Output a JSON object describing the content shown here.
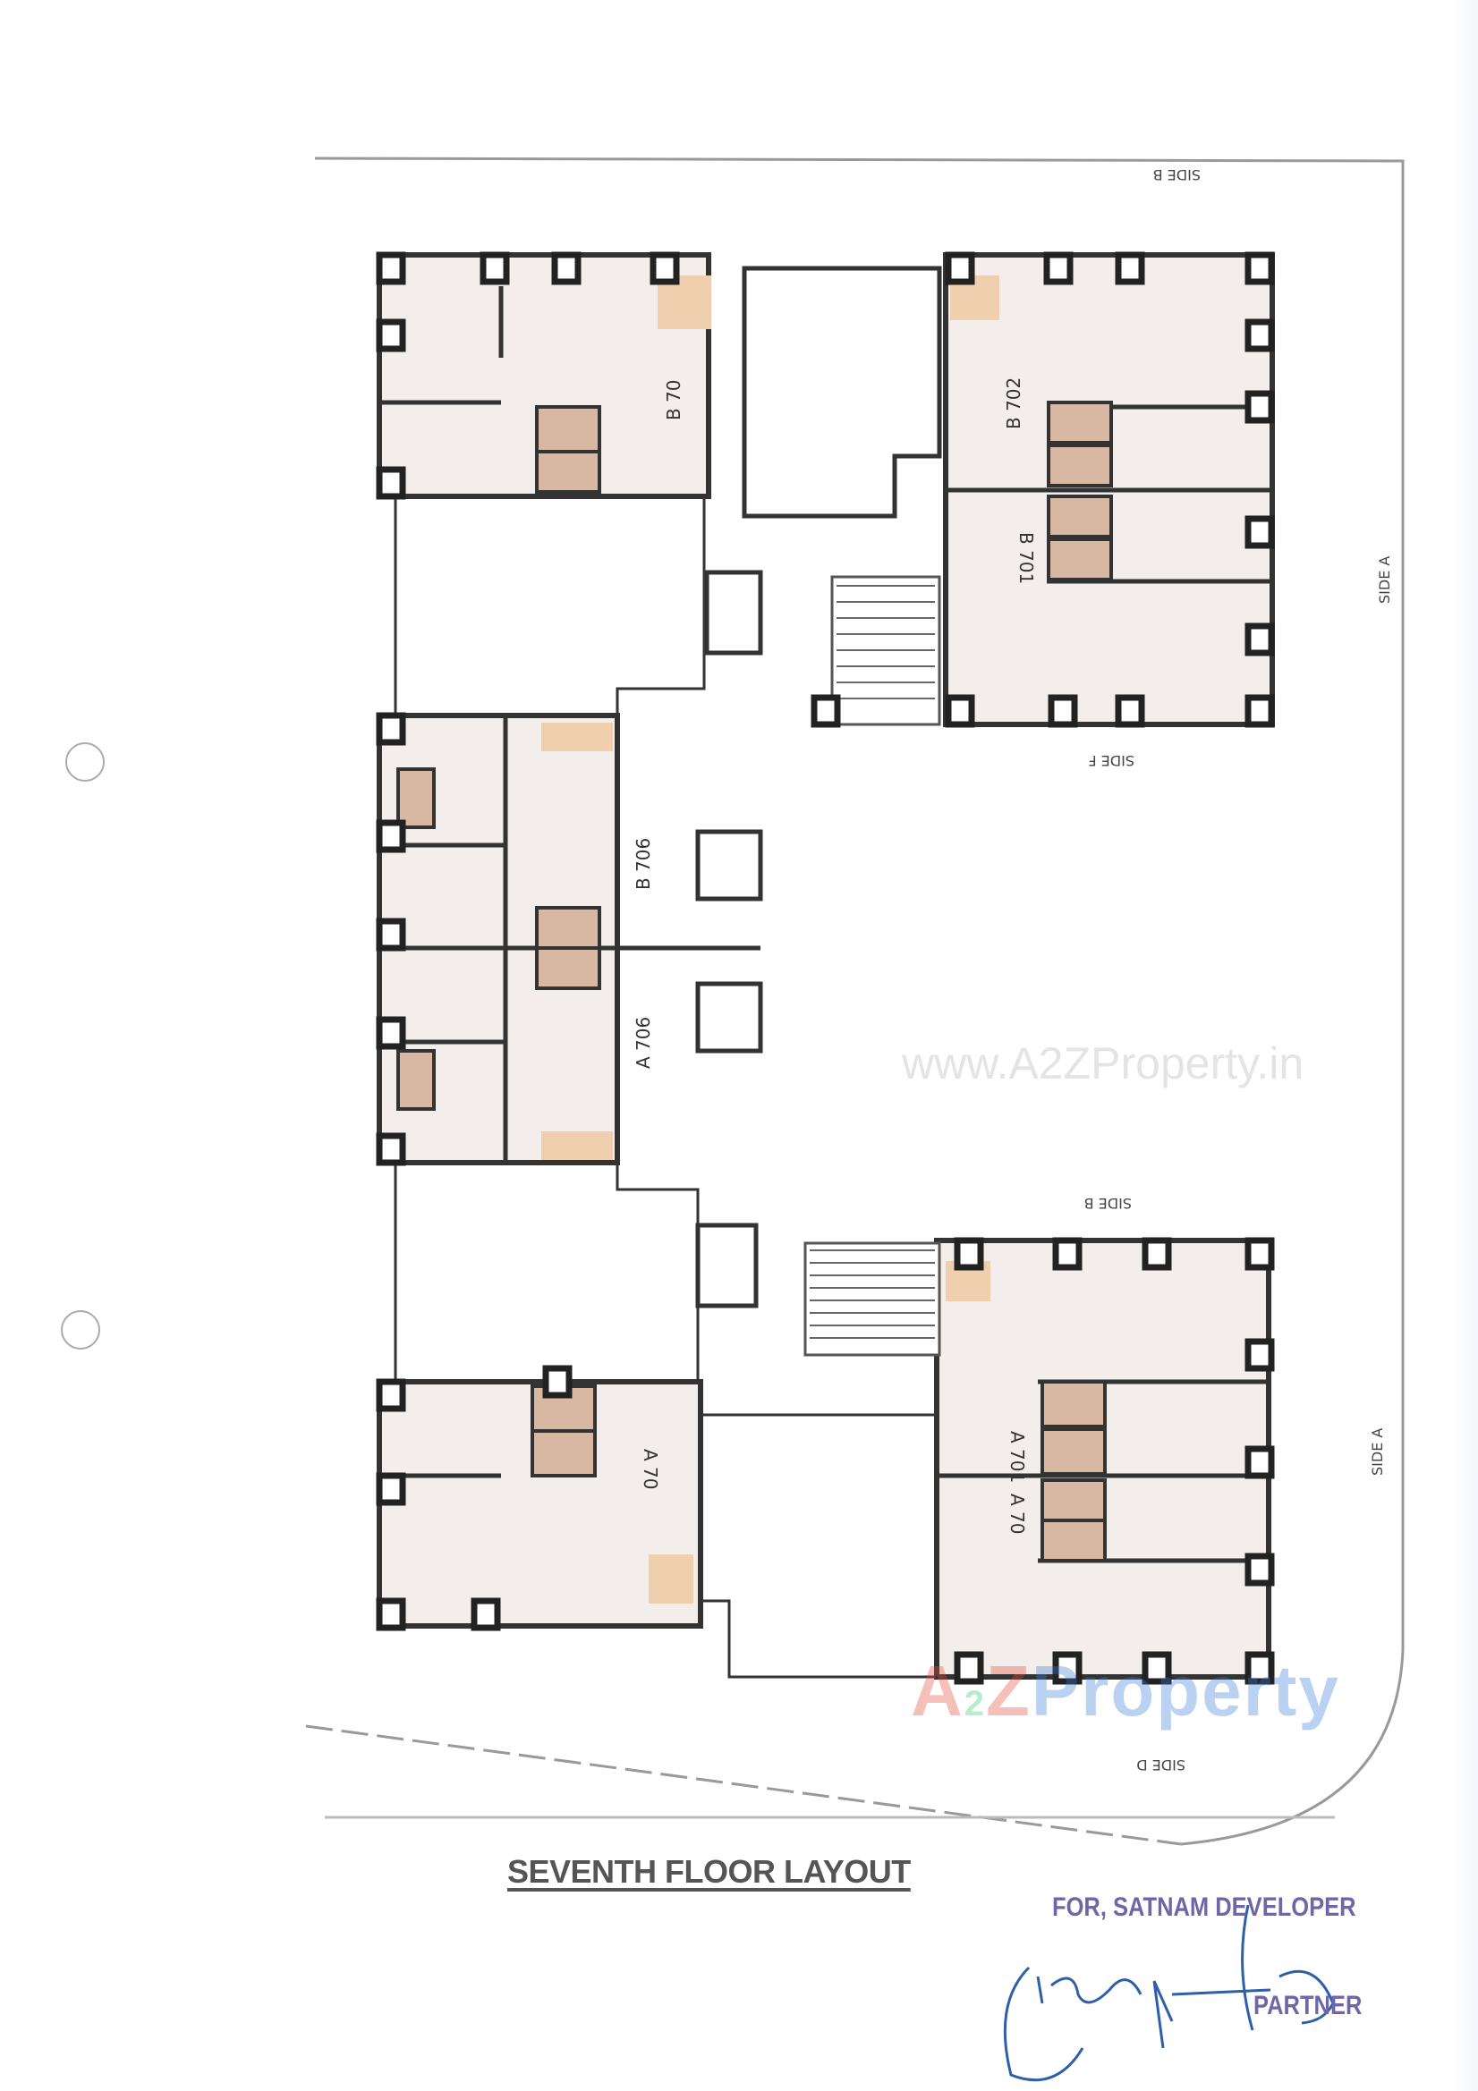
{
  "document": {
    "title": "SEVENTH FLOOR LAYOUT",
    "watermark": "www.A2ZProperty.in",
    "logo": {
      "text_a": "A",
      "text_2": "2",
      "text_z": "Z",
      "text_rest": "Property"
    },
    "stamp": {
      "company": "FOR, SATNAM DEVELOPER",
      "role": "PARTNER",
      "signature": "Signature"
    },
    "colors": {
      "wall": "#333333",
      "unit_fill": "#f3eeeb",
      "toilet": "#d8b7a3",
      "store": "#efcfae",
      "stamp": "#6f66a8",
      "signature": "#2f5fa8"
    }
  },
  "plan": {
    "sides": {
      "top": "SIDE B",
      "middle_top": "SIDE F",
      "middle_bottom": "SIDE B",
      "bottom": "SIDE D",
      "right_top": "SIDE A",
      "right_bottom": "SIDE A"
    },
    "units": [
      "B 70",
      "B 702",
      "B 701",
      "B 706",
      "A 706",
      "A 70",
      "A 701",
      "A 70"
    ]
  }
}
